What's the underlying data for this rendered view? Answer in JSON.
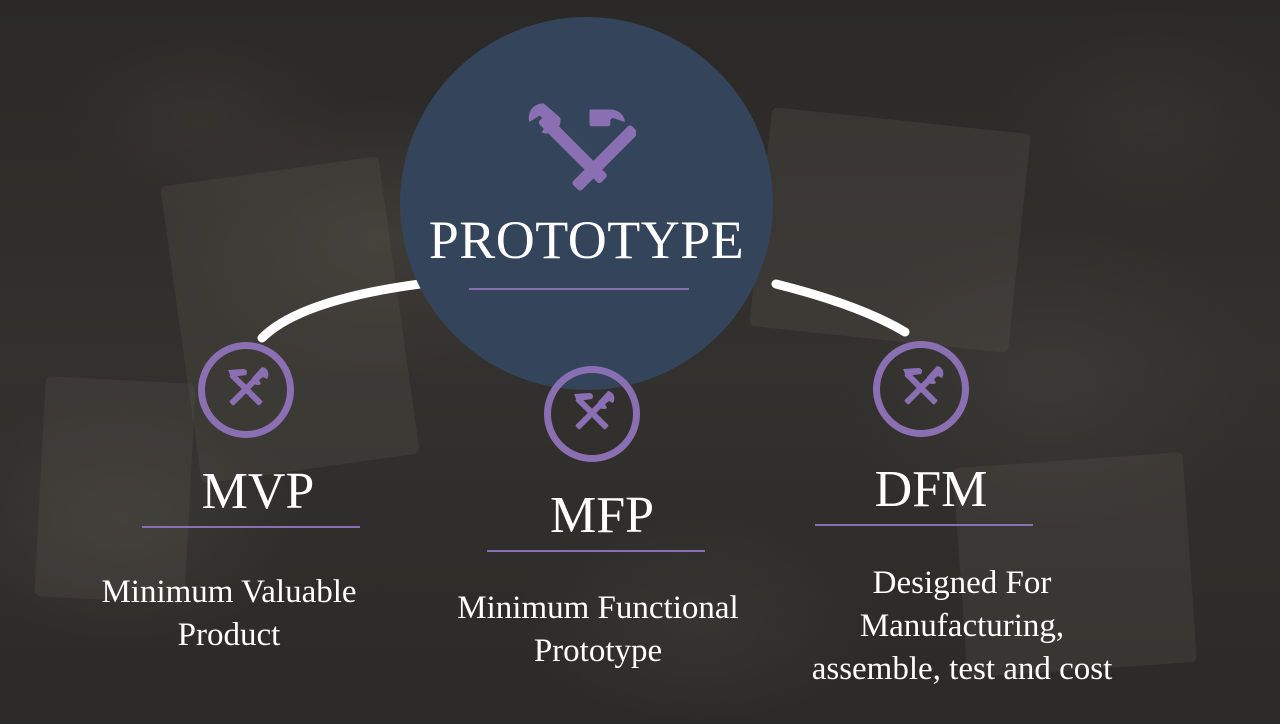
{
  "diagram": {
    "main": {
      "title": "PROTOTYPE",
      "icon": "hammer-wrench-icon"
    },
    "nodes": [
      {
        "title": "MVP",
        "description_lines": [
          "Minimum Valuable",
          "Product"
        ],
        "icon": "hammer-wrench-icon"
      },
      {
        "title": "MFP",
        "description_lines": [
          "Minimum Functional",
          "Prototype"
        ],
        "icon": "hammer-wrench-icon"
      },
      {
        "title": "DFM",
        "description_lines": [
          "Designed For",
          "Manufacturing,",
          "assemble, test and cost"
        ],
        "icon": "hammer-wrench-icon"
      }
    ]
  },
  "colors": {
    "accent": "#8a6fb3",
    "main_circle": "#34445a",
    "text": "#ffffff",
    "connector": "#ffffff"
  }
}
